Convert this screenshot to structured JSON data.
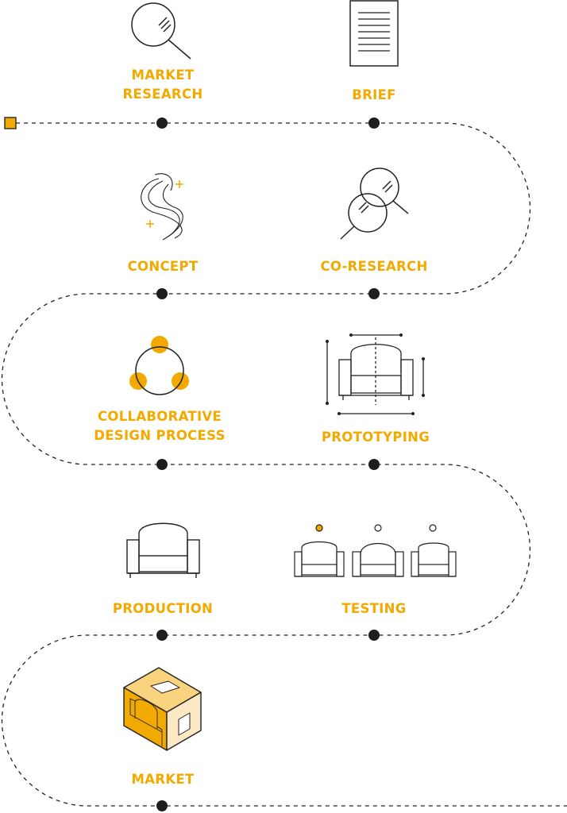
{
  "title": "Collaborative design process roadmap",
  "colors": {
    "accent": "#f2a900",
    "line": "#222222",
    "accent_light": "#f9d37e",
    "accent_pale": "#fde8c4"
  },
  "steps": [
    {
      "label_lines": [
        "MARKET",
        "RESEARCH"
      ],
      "icon": "magnifier-icon"
    },
    {
      "label_lines": [
        "BRIEF"
      ],
      "icon": "document-icon"
    },
    {
      "label_lines": [
        "CONCEPT"
      ],
      "icon": "swirl-sparkle-icon"
    },
    {
      "label_lines": [
        "CO-RESEARCH"
      ],
      "icon": "double-magnifier-icon"
    },
    {
      "label_lines": [
        "COLLABORATIVE",
        "DESIGN PROCESS"
      ],
      "icon": "collaboration-circle-icon"
    },
    {
      "label_lines": [
        "PROTOTYPING"
      ],
      "icon": "armchair-dimensions-icon"
    },
    {
      "label_lines": [
        "PRODUCTION"
      ],
      "icon": "armchair-icon"
    },
    {
      "label_lines": [
        "TESTING"
      ],
      "icon": "three-armchairs-icon"
    },
    {
      "label_lines": [
        "MARKET"
      ],
      "icon": "product-box-icon"
    }
  ]
}
